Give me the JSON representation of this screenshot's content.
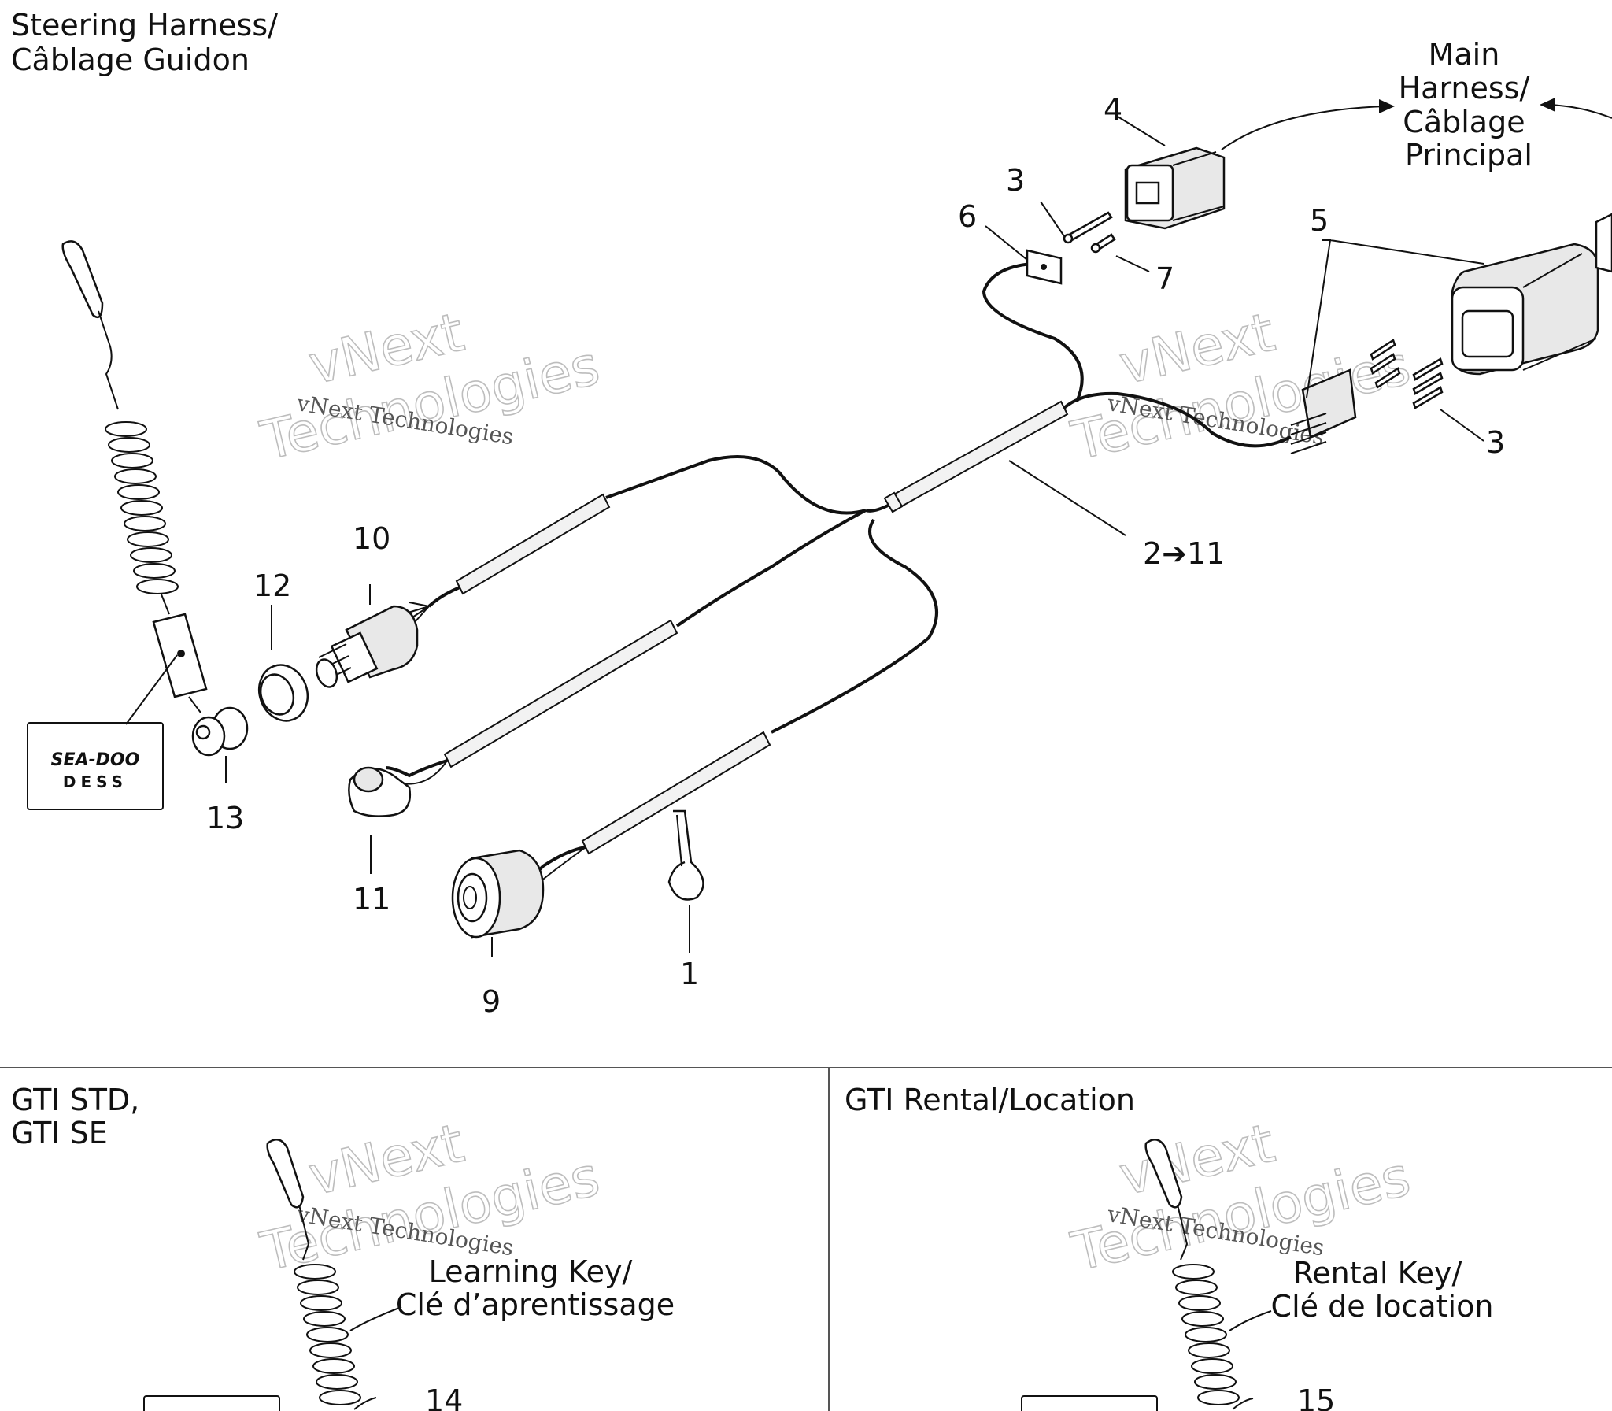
{
  "titles": {
    "steering": [
      "Steering Harness/",
      "Câblage Guidon"
    ],
    "main": [
      "Main",
      "Harness/",
      "Câblage",
      "Principal"
    ],
    "gti_std": [
      "GTI STD,",
      "GTI SE"
    ],
    "gti_rental": "GTI Rental/Location",
    "learning_key": [
      "Learning Key/",
      "Clé d’aprentissage"
    ],
    "rental_key": [
      "Rental Key/",
      "Clé de location"
    ]
  },
  "labels": {
    "l1": "1",
    "l2": "2➔11",
    "l3a": "3",
    "l3b": "3",
    "l4": "4",
    "l5": "5",
    "l6": "6",
    "l7": "7",
    "l9": "9",
    "l10": "10",
    "l11": "11",
    "l12": "12",
    "l13": "13",
    "l14": "14",
    "l15": "15"
  },
  "logo": {
    "brand": "SEA-DOO",
    "sub": "DESS"
  },
  "watermark": {
    "big1": "vNext",
    "big2": "Technologies",
    "small": "vNext Technologies"
  }
}
